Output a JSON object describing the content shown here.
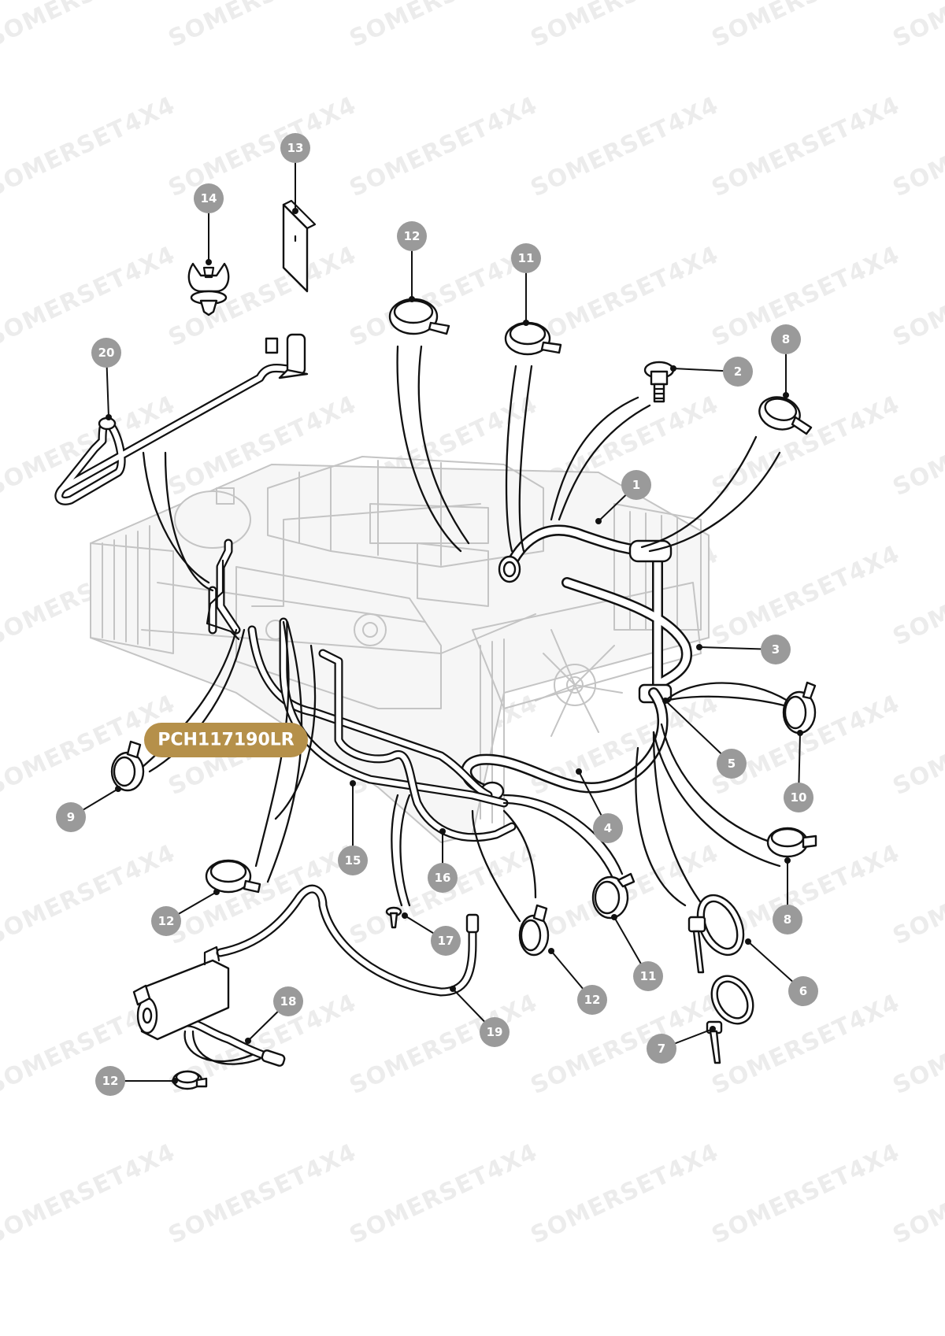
{
  "watermark": "SOMERSET4X4",
  "part_code": "PCH117190LR",
  "colors": {
    "badge": "#9a9a9a",
    "part_code_background": "#b5904a",
    "line": "#111111",
    "engine_ghost": "#c4c4c4"
  },
  "callouts": [
    {
      "label": "1"
    },
    {
      "label": "2"
    },
    {
      "label": "3"
    },
    {
      "label": "4"
    },
    {
      "label": "5"
    },
    {
      "label": "6"
    },
    {
      "label": "7"
    },
    {
      "label": "8"
    },
    {
      "label": "8"
    },
    {
      "label": "9"
    },
    {
      "label": "10"
    },
    {
      "label": "11"
    },
    {
      "label": "11"
    },
    {
      "label": "12"
    },
    {
      "label": "12"
    },
    {
      "label": "12"
    },
    {
      "label": "12"
    },
    {
      "label": "13"
    },
    {
      "label": "14"
    },
    {
      "label": "15"
    },
    {
      "label": "16"
    },
    {
      "label": "17"
    },
    {
      "label": "18"
    },
    {
      "label": "19"
    },
    {
      "label": "20"
    }
  ]
}
